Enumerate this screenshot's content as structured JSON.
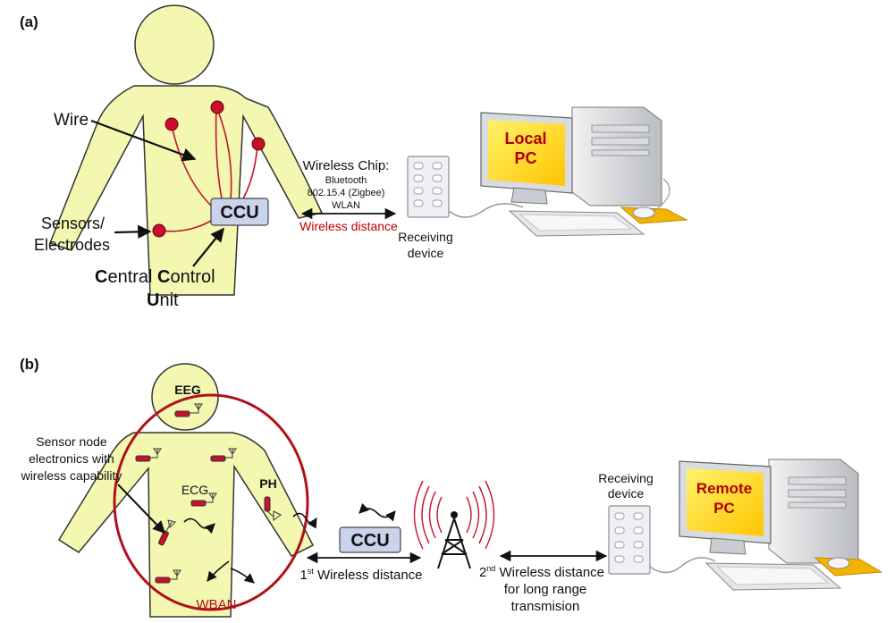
{
  "panel_a": {
    "tag": "(a)",
    "wire_label": "Wire",
    "sensors_line1": "Sensors/",
    "sensors_line2": "Electrodes",
    "ccu_box": "CCU",
    "ccu_full_line1_cap1": "C",
    "ccu_full_line1_rest1": "entral ",
    "ccu_full_line1_cap2": "C",
    "ccu_full_line1_rest2": "ontrol",
    "ccu_full_line2_cap": "U",
    "ccu_full_line2_rest": "nit",
    "wireless_title": "Wireless Chip:",
    "wireless_opt1": "Bluetooth",
    "wireless_opt2": "802.15.4 (Zigbee)",
    "wireless_opt3": "WLAN",
    "wireless_distance": "Wireless distance",
    "receiving_line1": "Receiving",
    "receiving_line2": "device",
    "pc_line1": "Local",
    "pc_line2": "PC"
  },
  "panel_b": {
    "tag": "(b)",
    "eeg": "EEG",
    "ecg": "ECG",
    "ph": "PH",
    "sensor_node_line1": "Sensor node",
    "sensor_node_line2": "electronics with",
    "sensor_node_line3": "wireless capability",
    "wban": "WBAN",
    "ccu_box": "CCU",
    "first_num": "1",
    "first_sup": "st",
    "first_text": " Wireless distance",
    "second_num": "2",
    "second_sup": "nd",
    "second_text": " Wireless distance",
    "second_line2": "for long range",
    "second_line3": "transmision",
    "receiving_line1": "Receiving",
    "receiving_line2": "device",
    "pc_line1": "Remote",
    "pc_line2": "PC"
  },
  "colors": {
    "body_fill": "#f4f7b0",
    "body_stroke": "#333333",
    "sensor_red": "#c8102e",
    "ccu_fill": "#c9d3ea",
    "wban_circle": "#b0101a",
    "pc_label": "#b00000",
    "pc_screen": "#ffd800"
  }
}
